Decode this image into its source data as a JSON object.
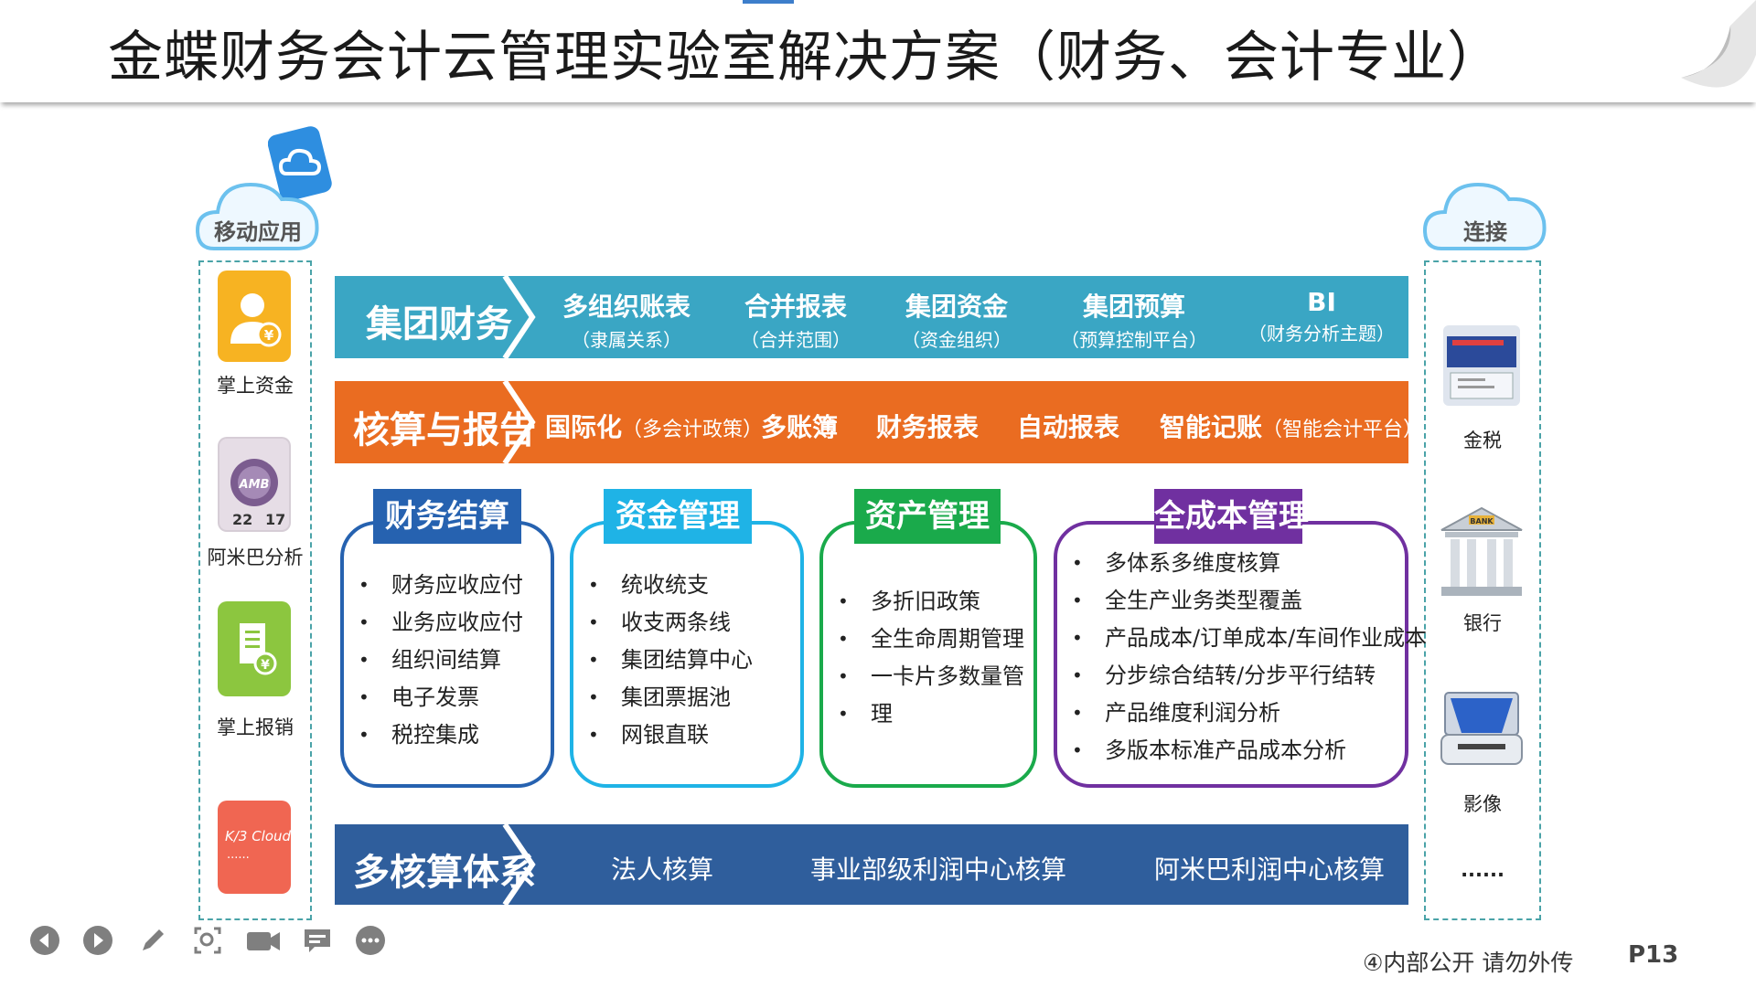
{
  "header": {
    "title": "金蝶财务会计云管理实验室解决方案（财务、会计专业）"
  },
  "left_column": {
    "cloud_label": "移动应用",
    "apps": [
      {
        "label": "掌上资金",
        "icon": "money-user-icon",
        "color": "#f7b322"
      },
      {
        "label": "阿米巴分析",
        "icon": "amb-dial-icon",
        "color": "#8a6a9a"
      },
      {
        "label": "掌上报销",
        "icon": "receipt-yen-icon",
        "color": "#8cc63f"
      },
      {
        "label": "",
        "icon": "k3-cloud-icon",
        "color": "#f06652",
        "tile_text": "K/3 Cloud",
        "tile_dots": "......"
      }
    ]
  },
  "right_column": {
    "cloud_label": "连接",
    "items": [
      {
        "label": "金税",
        "icon": "tax-printer-icon"
      },
      {
        "label": "银行",
        "icon": "bank-building-icon"
      },
      {
        "label": "影像",
        "icon": "scanner-icon"
      },
      {
        "label": "......"
      }
    ]
  },
  "bands": {
    "group_finance": {
      "head": "集团财务",
      "color": "#3aa6c4",
      "items": [
        {
          "main": "多组织账表",
          "sub": "（隶属关系）"
        },
        {
          "main": "合并报表",
          "sub": "（合并范围）"
        },
        {
          "main": "集团资金",
          "sub": "（资金组织）"
        },
        {
          "main": "集团预算",
          "sub": "（预算控制平台）"
        },
        {
          "main": "BI",
          "sub": "（财务分析主题）"
        }
      ]
    },
    "accounting": {
      "head": "核算与报告",
      "color": "#ea6c21",
      "items": [
        {
          "main": "国际化",
          "sub": "（多会计政策）"
        },
        {
          "main": "多账簿",
          "sub": ""
        },
        {
          "main": "财务报表",
          "sub": ""
        },
        {
          "main": "自动报表",
          "sub": ""
        },
        {
          "main": "智能记账",
          "sub": "（智能会计平台）"
        }
      ]
    },
    "multi_accounting": {
      "head": "多核算体系",
      "color": "#2f5e9c",
      "items": [
        {
          "main": "法人核算"
        },
        {
          "main": "事业部级利润中心核算"
        },
        {
          "main": "阿米巴利润中心核算"
        }
      ]
    }
  },
  "panels": [
    {
      "title": "财务结算",
      "color": "#2662b0",
      "items": [
        "财务应收应付",
        "业务应收应付",
        "组织间结算",
        "电子发票",
        "税控集成"
      ]
    },
    {
      "title": "资金管理",
      "color": "#1fb3e6",
      "items": [
        "统收统支",
        "收支两条线",
        "集团结算中心",
        "集团票据池",
        "网银直联"
      ]
    },
    {
      "title": "资产管理",
      "color": "#1aaa4b",
      "items": [
        "多折旧政策",
        "全生命周期管理",
        "一卡片多数量管",
        "理"
      ]
    },
    {
      "title": "全成本管理",
      "color": "#7030a0",
      "items": [
        "多体系多维度核算",
        "全生产业务类型覆盖",
        "产品成本/订单成本/车间作业成本",
        "分步综合结转/分步平行结转",
        "产品维度利润分析",
        "多版本标准产品成本分析"
      ]
    }
  ],
  "footer": {
    "confidential": "④内部公开 请勿外传",
    "page": "P13"
  },
  "toolbar": {
    "buttons": [
      "previous-icon",
      "next-icon",
      "pen-icon",
      "zoom-icon",
      "camera-icon",
      "subtitle-icon",
      "more-icon"
    ]
  }
}
